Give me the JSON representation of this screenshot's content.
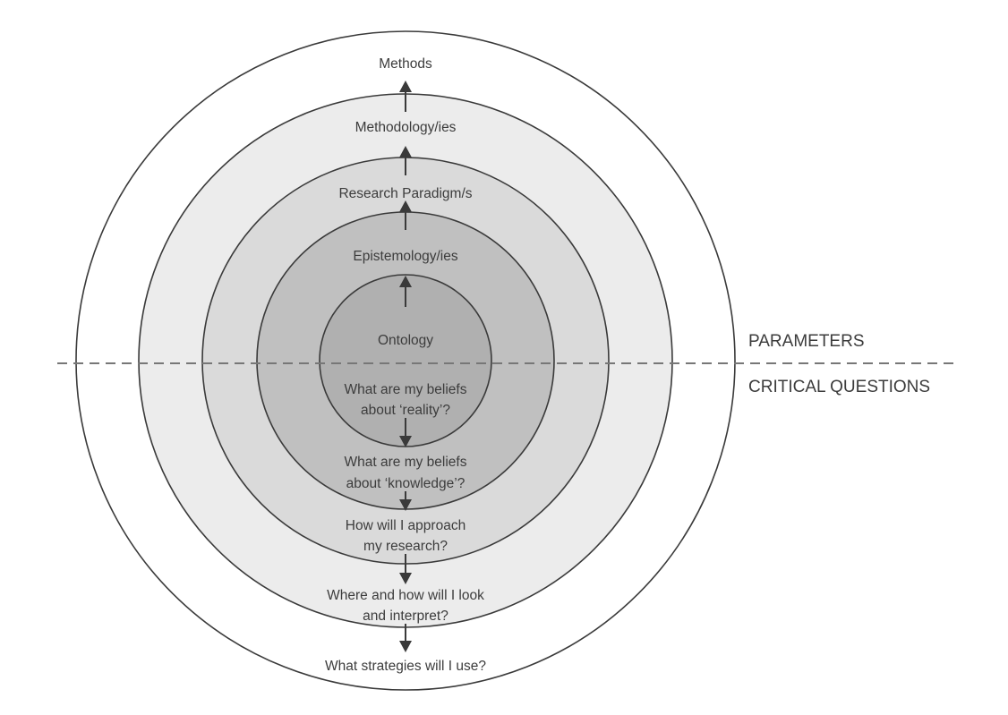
{
  "diagram": {
    "rings": [
      {
        "name": "methods",
        "fill": "#ffffff"
      },
      {
        "name": "methodology",
        "fill": "#ececec"
      },
      {
        "name": "paradigm",
        "fill": "#dadada"
      },
      {
        "name": "epistemology",
        "fill": "#c0c0c0"
      },
      {
        "name": "ontology",
        "fill": "#b0b0b0"
      }
    ],
    "stroke_color": "#3a3a3a",
    "parameters": {
      "methods": "Methods",
      "methodology": "Methodology/ies",
      "paradigm": "Research Paradigm/s",
      "epistemology": "Epistemology/ies",
      "ontology": "Ontology"
    },
    "questions": {
      "ontology": [
        "What are my beliefs",
        "about ‘reality’?"
      ],
      "epistemology": [
        "What are my beliefs",
        "about ‘knowledge’?"
      ],
      "paradigm": [
        "How will I approach",
        "my research?"
      ],
      "methodology": [
        "Where and how will I look",
        "and interpret?"
      ],
      "methods": [
        "What strategies will I use?"
      ]
    },
    "side_labels": {
      "top": "PARAMETERS",
      "bottom": "CRITICAL QUESTIONS"
    }
  }
}
